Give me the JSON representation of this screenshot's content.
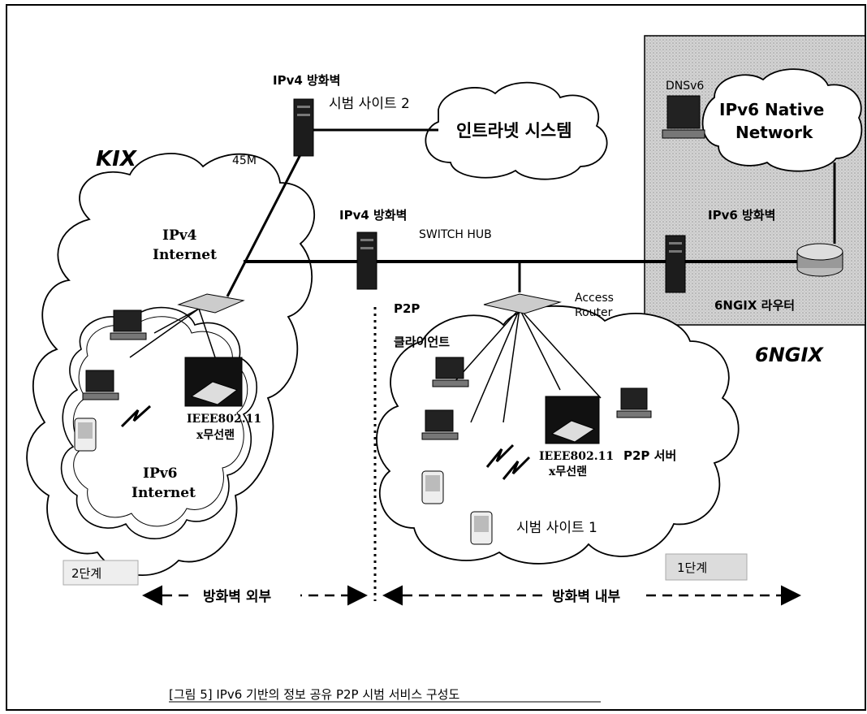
{
  "diagram": {
    "kix_label": "KIX",
    "ngix_label": "6NGIX",
    "ipv4_internet": [
      "IPv4",
      "Internet"
    ],
    "ipv6_internet": [
      "IPv6",
      "Internet"
    ],
    "ipv6_native_network": [
      "IPv6 Native",
      "Network"
    ],
    "intranet_system": "인트라넷 시스템",
    "dnsv6": "DNSv6",
    "ipv4_firewall_top": "IPv4 방화벽",
    "ipv4_firewall_mid": "IPv4 방화벽",
    "ipv6_firewall": "IPv6 방화벽",
    "pilot_site_2": "시범 사이트 2",
    "pilot_site_1": "시범 사이트 1",
    "link_45m": "45M",
    "switch_hub": "SWITCH HUB",
    "access_router": [
      "Access",
      "Router"
    ],
    "p2p_client": [
      "P2P",
      "클라이언트"
    ],
    "p2p_server": "P2P 서버",
    "wlan_left": [
      "IEEE802.11",
      "x무선랜"
    ],
    "wlan_right": [
      "IEEE802.11",
      "x무선랜"
    ],
    "ngix_router": "6NGIX 라우터",
    "stage_2": "2단계",
    "stage_1": "1단계",
    "outside_firewall": "방화벽 외부",
    "inside_firewall": "방화벽 내부"
  },
  "caption": "[그림 5] IPv6 기반의 정보 공유 P2P 시범 서비스 구성도"
}
